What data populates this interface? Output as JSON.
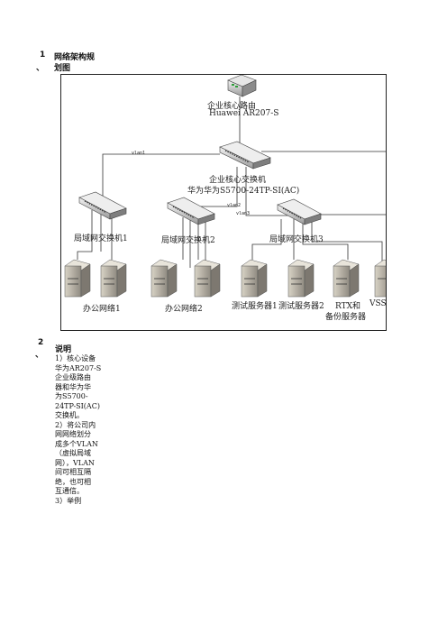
{
  "section1": {
    "number": "1",
    "punct": "、",
    "title_line1": "网络架构规",
    "title_line2": "划图"
  },
  "diagram": {
    "router": {
      "label1": "企业核心路由",
      "label2": "Huawei AR207-S"
    },
    "core_switch": {
      "label1": "企业核心交换机",
      "label2": "华为华为S5700-24TP-SI(AC)"
    },
    "vlans": {
      "vlan1": "vlan1",
      "vlan2": "vlan2",
      "vlan3": "vlan3"
    },
    "switches": [
      "局域网交换机1",
      "局域网交换机2",
      "局域网交换机3"
    ],
    "groups": {
      "office1": "办公网络1",
      "office2": "办公网络2",
      "test1": "测试服务器1",
      "test2": "测试服务器2",
      "rtx_line1": "RTX和",
      "rtx_line2": "备份服务器",
      "vss": "VSS"
    }
  },
  "section2": {
    "number": "2",
    "punct": "、",
    "title": "说明",
    "lines": [
      "1）核心设备",
      "华为AR207-S",
      "企业级路由",
      "器和华为华",
      "为S5700-",
      "24TP-SI(AC)",
      "交换机。",
      "2）将公司内",
      "网网络划分",
      "成多个VLAN",
      "（虚拟局域",
      "网），VLAN",
      "间可相互隔",
      "绝，也可相",
      "互通信。",
      "3）举例"
    ]
  }
}
